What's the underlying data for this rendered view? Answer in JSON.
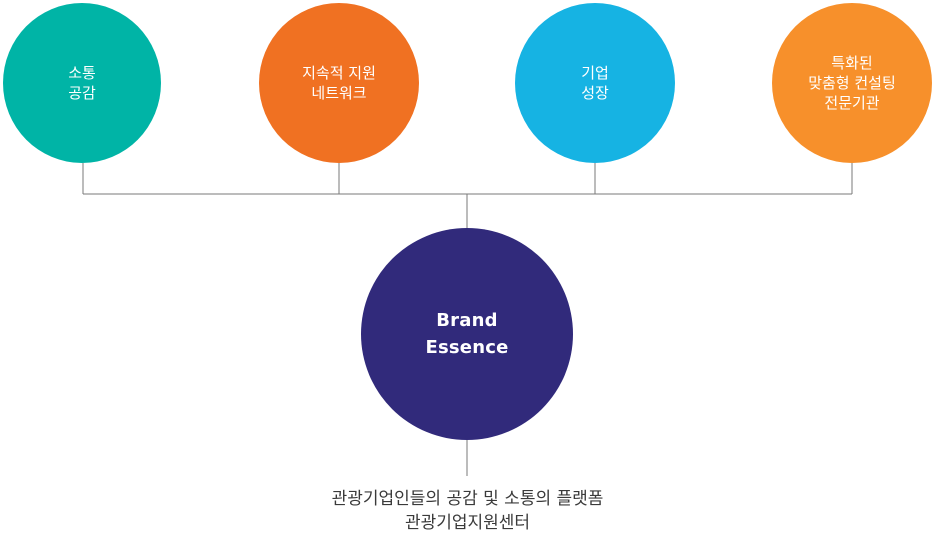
{
  "nodes": [
    {
      "id": "communication-empathy",
      "lines": [
        "소통",
        "공감"
      ],
      "color": "#00b4a6"
    },
    {
      "id": "sustainable-network",
      "lines": [
        "지속적 지원",
        "네트워크"
      ],
      "color": "#f07122"
    },
    {
      "id": "business-growth",
      "lines": [
        "기업",
        "성장"
      ],
      "color": "#16b3e3"
    },
    {
      "id": "specialized-agency",
      "lines": [
        "특화된",
        "맞춤형 컨설팅",
        "전문기관"
      ],
      "color": "#f7902b"
    }
  ],
  "center": {
    "lines": [
      "Brand",
      "Essence"
    ],
    "color": "#312a7b"
  },
  "caption": {
    "line1": "관광기업인들의 공감 및 소통의 플랫폼",
    "line2": "관광기업지원센터"
  },
  "connector_color": "#7a7a7a"
}
